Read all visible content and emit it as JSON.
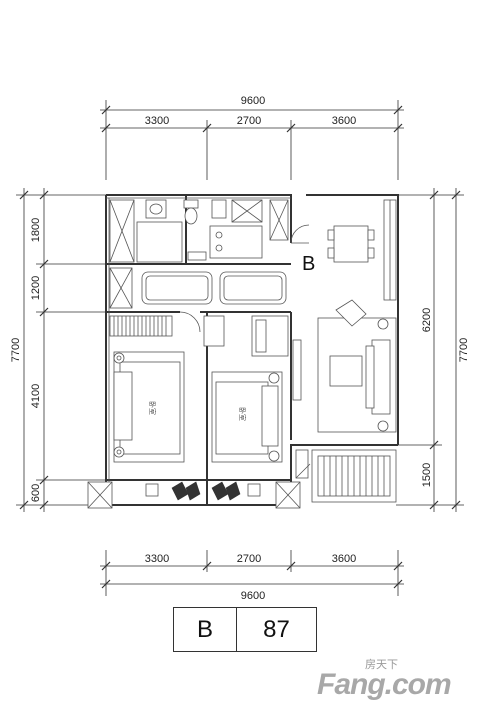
{
  "dimensions": {
    "top_total": "9600",
    "top_segments": [
      "3300",
      "2700",
      "3600"
    ],
    "bottom_segments": [
      "3300",
      "2700",
      "3600"
    ],
    "bottom_total": "9600",
    "left_segments": [
      "1800",
      "1200",
      "4100",
      "600"
    ],
    "left_total": "7700",
    "right_segments": [
      "6200",
      "1500"
    ],
    "right_total": "7700"
  },
  "unit_letter": "B",
  "legend": {
    "unit": "B",
    "area": "87"
  },
  "watermark": {
    "cn": "房天下",
    "en": "Fang.com"
  }
}
